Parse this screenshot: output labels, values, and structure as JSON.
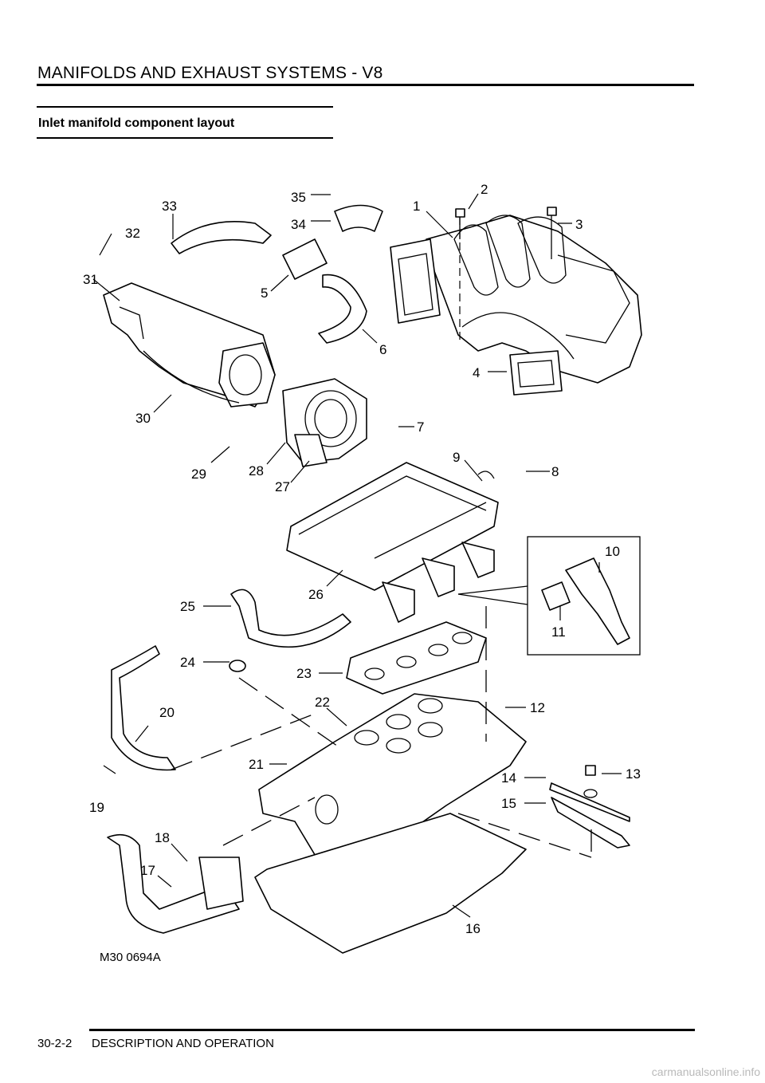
{
  "header": {
    "title": "MANIFOLDS AND EXHAUST SYSTEMS - V8"
  },
  "section": {
    "title": "Inlet manifold component layout"
  },
  "diagram": {
    "reference": "M30 0694A",
    "callouts": [
      "1",
      "2",
      "3",
      "4",
      "5",
      "6",
      "7",
      "8",
      "9",
      "10",
      "11",
      "12",
      "13",
      "14",
      "15",
      "16",
      "17",
      "18",
      "19",
      "20",
      "21",
      "22",
      "23",
      "24",
      "25",
      "26",
      "27",
      "28",
      "29",
      "30",
      "31",
      "32",
      "33",
      "34",
      "35"
    ]
  },
  "footer": {
    "page_number": "30-2-2",
    "section_name": "DESCRIPTION AND OPERATION"
  },
  "watermark": {
    "text": "carmanualsonline.info"
  }
}
